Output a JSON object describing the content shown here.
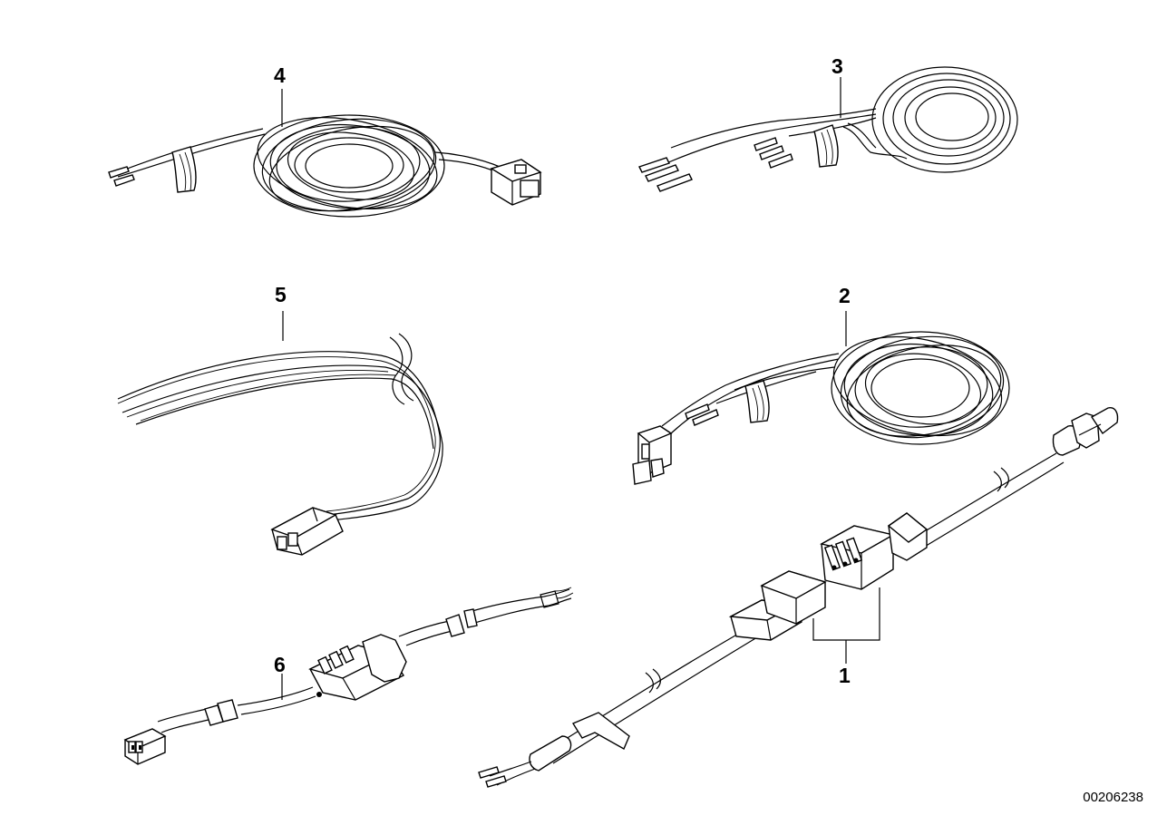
{
  "callouts": [
    {
      "id": "1",
      "text": "1"
    },
    {
      "id": "2",
      "text": "2"
    },
    {
      "id": "3",
      "text": "3"
    },
    {
      "id": "4",
      "text": "4"
    },
    {
      "id": "5",
      "text": "5"
    },
    {
      "id": "6",
      "text": "6"
    }
  ],
  "document_number": "00206238",
  "colors": {
    "line": "#000000",
    "background": "#ffffff"
  }
}
